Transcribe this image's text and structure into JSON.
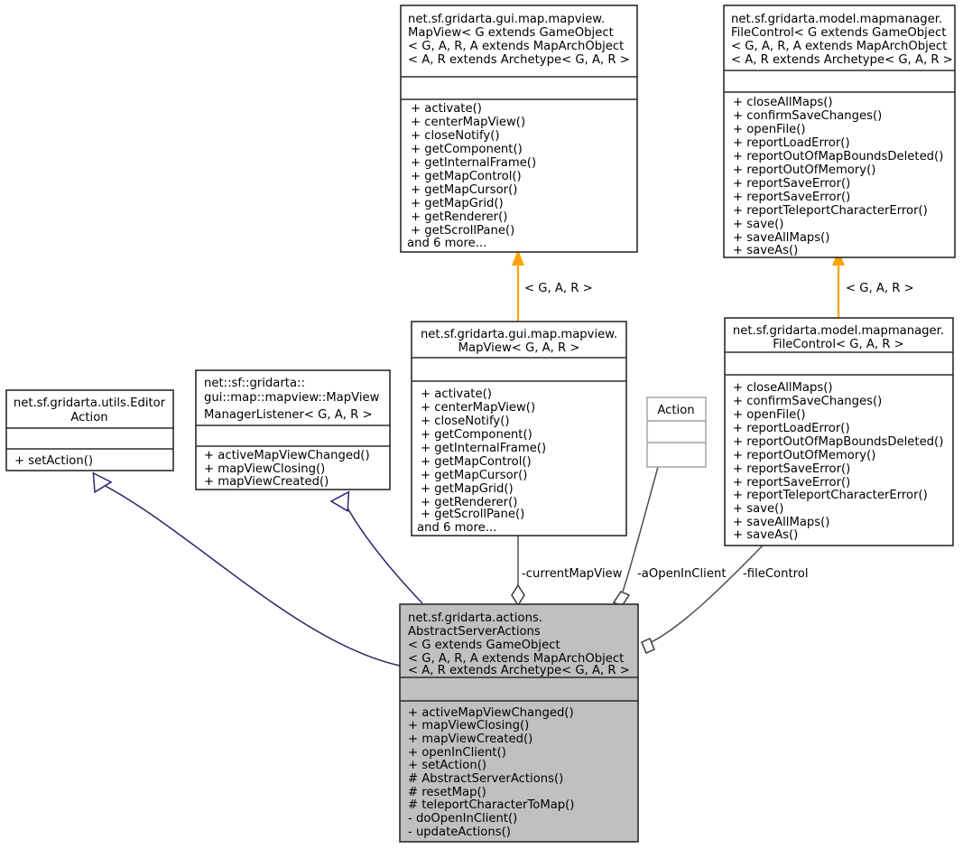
{
  "diagram": {
    "kind": "uml-class-diagram",
    "colors": {
      "background": "#ffffff",
      "box_fill": "#ffffff",
      "highlight_fill": "#c0c0c0",
      "box_stroke": "#2b2b2b",
      "muted_stroke": "#a0a0a0",
      "inheritance": "#27276b",
      "template_binding": "#ffa500",
      "association": "#4d4d4d",
      "text": "#000000"
    }
  },
  "classes": {
    "mapview_generic": {
      "title_lines": [
        "net.sf.gridarta.gui.map.mapview.",
        "MapView< G extends GameObject",
        "< G, A, R, A extends MapArchObject",
        "< A, R extends Archetype< G, A, R >"
      ],
      "attributes": [],
      "methods": [
        "+ activate()",
        "+ centerMapView()",
        "+ closeNotify()",
        "+ getComponent()",
        "+ getInternalFrame()",
        "+ getMapControl()",
        "+ getMapCursor()",
        "+ getMapGrid()",
        "+ getRenderer()",
        "+ getScrollPane()",
        "and 6 more..."
      ]
    },
    "filecontrol_generic": {
      "title_lines": [
        "net.sf.gridarta.model.mapmanager.",
        "FileControl< G extends GameObject",
        "< G, A, R, A extends MapArchObject",
        "< A, R extends Archetype< G, A, R >"
      ],
      "attributes": [],
      "methods": [
        "+ closeAllMaps()",
        "+ confirmSaveChanges()",
        "+ openFile()",
        "+ reportLoadError()",
        "+ reportOutOfMapBoundsDeleted()",
        "+ reportOutOfMemory()",
        "+ reportSaveError()",
        "+ reportSaveError()",
        "+ reportTeleportCharacterError()",
        "+ save()",
        "+ saveAllMaps()",
        "+ saveAs()"
      ]
    },
    "mapview_bound": {
      "title_lines": [
        "net.sf.gridarta.gui.map.mapview.",
        "MapView< G, A, R >"
      ],
      "attributes": [],
      "methods": [
        "+ activate()",
        "+ centerMapView()",
        "+ closeNotify()",
        "+ getComponent()",
        "+ getInternalFrame()",
        "+ getMapControl()",
        "+ getMapCursor()",
        "+ getMapGrid()",
        "+ getRenderer()",
        "+ getScrollPane()",
        "and 6 more..."
      ]
    },
    "filecontrol_bound": {
      "title_lines": [
        "net.sf.gridarta.model.mapmanager.",
        "FileControl< G, A, R >"
      ],
      "attributes": [],
      "methods": [
        "+ closeAllMaps()",
        "+ confirmSaveChanges()",
        "+ openFile()",
        "+ reportLoadError()",
        "+ reportOutOfMapBoundsDeleted()",
        "+ reportOutOfMemory()",
        "+ reportSaveError()",
        "+ reportSaveError()",
        "+ reportTeleportCharacterError()",
        "+ save()",
        "+ saveAllMaps()",
        "+ saveAs()"
      ]
    },
    "editor_action": {
      "title_lines": [
        "net.sf.gridarta.utils.Editor",
        "Action"
      ],
      "attributes": [],
      "methods": [
        "+ setAction()"
      ]
    },
    "mapview_manager_listener": {
      "title_lines": [
        "net::sf::gridarta::",
        "gui::map::mapview::MapView",
        " ManagerListener< G, A, R >"
      ],
      "attributes": [],
      "methods": [
        "+ activeMapViewChanged()",
        "+ mapViewClosing()",
        "+ mapViewCreated()"
      ]
    },
    "action": {
      "title_lines": [
        "Action"
      ],
      "attributes": [],
      "methods": []
    },
    "abstract_server_actions": {
      "title_lines": [
        "net.sf.gridarta.actions.",
        "AbstractServerActions",
        "< G extends GameObject",
        "< G, A, R, A extends MapArchObject",
        "< A, R extends Archetype< G, A, R >"
      ],
      "attributes": [],
      "methods": [
        "+ activeMapViewChanged()",
        "+ mapViewClosing()",
        "+ mapViewCreated()",
        "+ openInClient()",
        "+ setAction()",
        "# AbstractServerActions()",
        "# resetMap()",
        "# teleportCharacterToMap()",
        "- doOpenInClient()",
        "- updateActions()"
      ]
    }
  },
  "edge_labels": {
    "template_mapview": "< G, A, R >",
    "template_filecontrol": "< G, A, R >",
    "current_map_view": "-currentMapView",
    "a_open_in_client": "-aOpenInClient",
    "file_control": "-fileControl"
  }
}
